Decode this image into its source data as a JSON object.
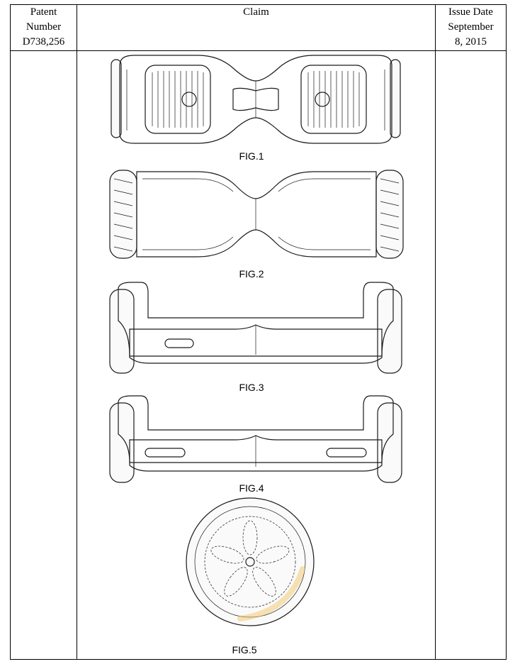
{
  "header": {
    "patent_number_label_1": "Patent",
    "patent_number_label_2": "Number",
    "patent_number_value": "D738,256",
    "claim_label": "Claim",
    "issue_date_label": "Issue Date",
    "issue_date_value_1": "September",
    "issue_date_value_2": "8, 2015"
  },
  "figures": [
    {
      "label": "FIG.1",
      "view": "top"
    },
    {
      "label": "FIG.2",
      "view": "bottom"
    },
    {
      "label": "FIG.3",
      "view": "front"
    },
    {
      "label": "FIG.4",
      "view": "rear"
    },
    {
      "label": "FIG.5",
      "view": "side-wheel"
    }
  ],
  "watermark_color": "#f2c15a"
}
